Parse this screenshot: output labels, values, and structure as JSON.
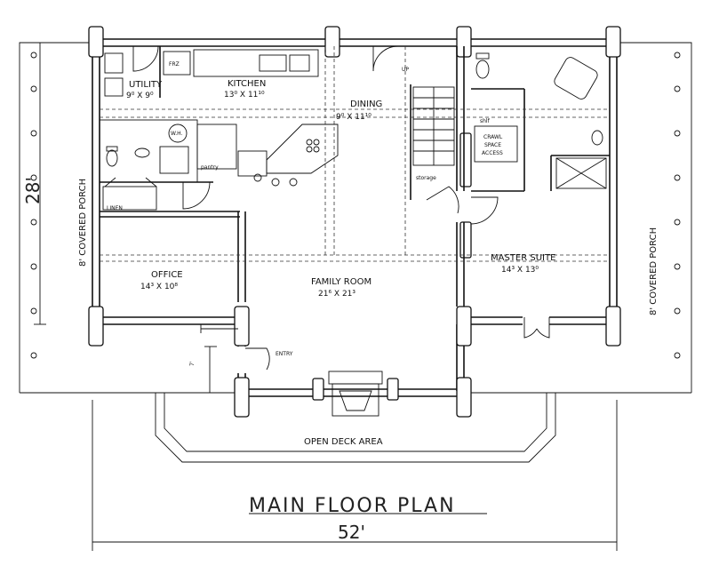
{
  "title": "MAIN FLOOR PLAN",
  "overall_width": "52'",
  "overall_depth": "28'",
  "porch_left": "8' COVERED PORCH",
  "porch_right": "8' COVERED PORCH",
  "deck": "OPEN DECK AREA",
  "rooms": {
    "utility": {
      "name": "UTILITY",
      "dims": "9⁰ X 9⁰"
    },
    "kitchen": {
      "name": "KITCHEN",
      "dims": "13⁰ X 11¹⁰"
    },
    "dining": {
      "name": "DINING",
      "dims": "9⁰ X 11¹⁰"
    },
    "office": {
      "name": "OFFICE",
      "dims": "14³ X 10⁸"
    },
    "family": {
      "name": "FAMILY ROOM",
      "dims": "21⁶ X 21³"
    },
    "master": {
      "name": "MASTER SUITE",
      "dims": "14³ X 13⁰"
    }
  },
  "small_labels": {
    "frz": "FRZ",
    "wh": "W.H.",
    "pantry": "pantry",
    "linen": "LINEN",
    "storage": "storage",
    "up": "UP",
    "crawl1": "CRAWL",
    "crawl2": "SPACE",
    "crawl3": "ACCESS",
    "entry": "ENTRY",
    "shelf": "shlf"
  },
  "entry_dim": "7'"
}
